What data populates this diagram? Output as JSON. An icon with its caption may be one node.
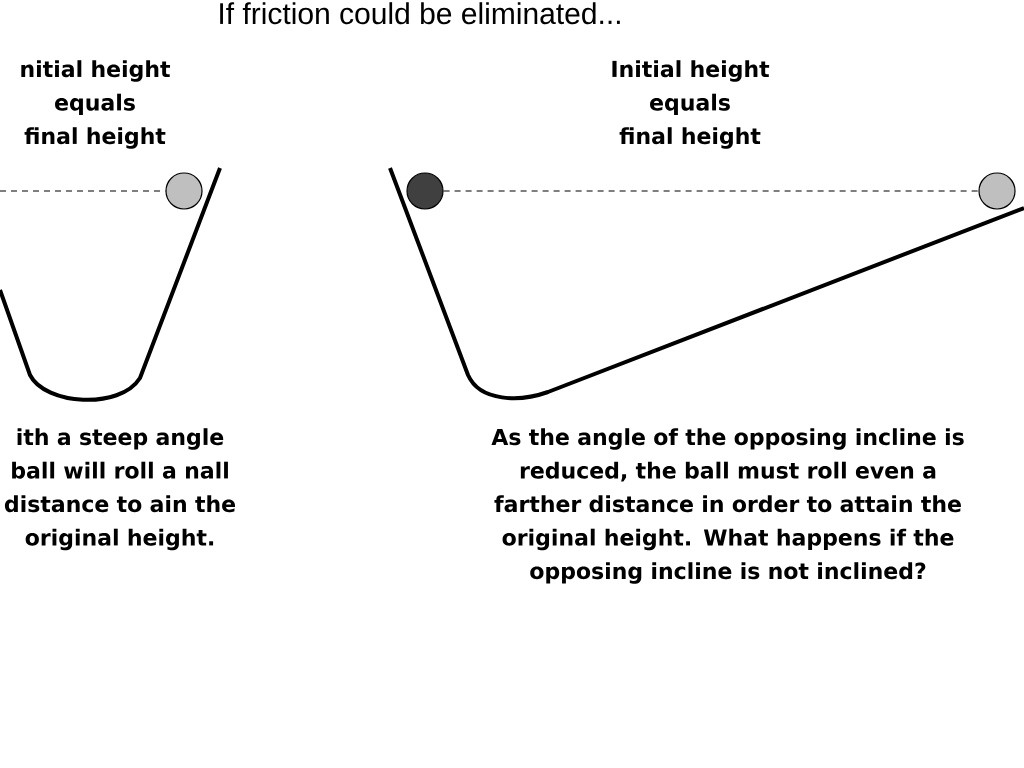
{
  "diagram": {
    "title": "If friction could be eliminated...",
    "nodes": [
      {
        "text": [],
        "shape": "circle"
      },
      {
        "text": [],
        "shape": "circle"
      },
      {
        "text": [],
        "shape": "circle"
      }
    ],
    "edges": [
      {
        "from": null,
        "to": 0,
        "arrow": "none",
        "style": "dashed"
      },
      {
        "from": 1,
        "to": 2,
        "arrow": "none",
        "style": "dashed"
      }
    ],
    "labels": [
      "nitial height equals final height",
      "Initial height equals final height",
      "ith a steep angle ball will roll a nall distance to ain the original height.",
      "As the angle of the opposing incline is reduced, the ball must roll even a farther distance in order to attain the original height.  What happens if the opposing incline is not inclined?"
    ]
  }
}
